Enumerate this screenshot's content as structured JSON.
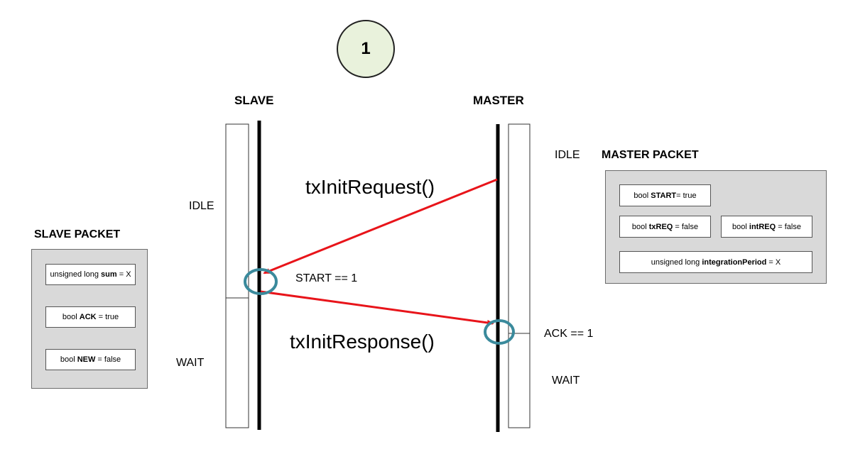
{
  "step": {
    "number": "1"
  },
  "lanes": {
    "slave": {
      "title": "SLAVE",
      "state_top": "IDLE",
      "state_bottom": "WAIT"
    },
    "master": {
      "title": "MASTER",
      "state_top": "IDLE",
      "state_bottom": "WAIT"
    }
  },
  "messages": [
    {
      "label": "txInitRequest()",
      "from": "master",
      "to": "slave"
    },
    {
      "label": "txInitResponse()",
      "from": "slave",
      "to": "master"
    }
  ],
  "conditions": {
    "slave": "START == 1",
    "master": "ACK == 1"
  },
  "slave_packet": {
    "title": "SLAVE PACKET",
    "fields": [
      {
        "prefix": "unsigned long ",
        "name": "sum",
        "suffix": " = X"
      },
      {
        "prefix": "bool ",
        "name": "ACK",
        "suffix": " = true"
      },
      {
        "prefix": "bool ",
        "name": "NEW",
        "suffix": " = false"
      }
    ]
  },
  "master_packet": {
    "title": "MASTER PACKET",
    "fields": [
      {
        "prefix": "bool ",
        "name": "START",
        "suffix": "= true"
      },
      {
        "prefix": "bool ",
        "name": "txREQ",
        "suffix": " = false"
      },
      {
        "prefix": "bool ",
        "name": "intREQ",
        "suffix": " = false"
      },
      {
        "prefix": "unsigned long ",
        "name": "integrationPeriod",
        "suffix": " = X"
      }
    ]
  },
  "colors": {
    "arrow": "#e8141a",
    "highlight": "#3a8a9c",
    "lifeline": "#000000"
  }
}
